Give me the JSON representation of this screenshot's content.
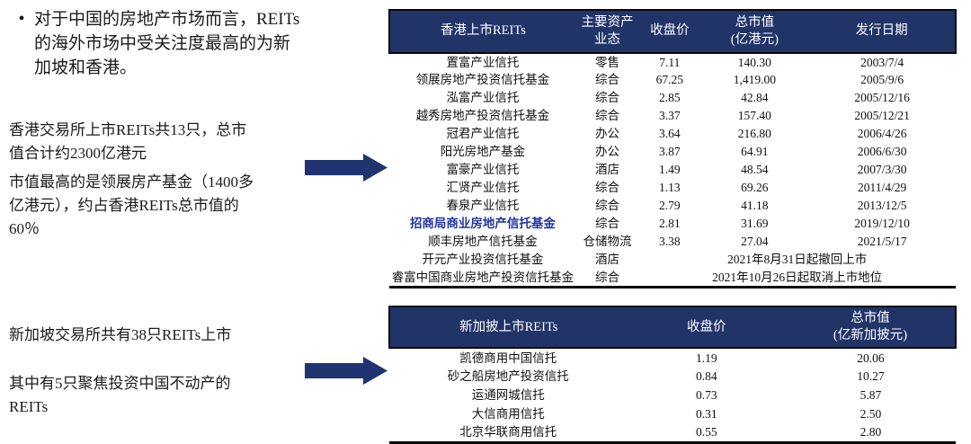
{
  "colors": {
    "header_navy": "#203468",
    "arrow_navy": "#1f3470",
    "highlight_blue": "#2135a0",
    "text": "#1a1a1a"
  },
  "icons": {
    "arrow_right": "block-right-arrow"
  },
  "left_panel": {
    "bullet_char": "•",
    "bullet_text": "对于中国的房地产市场而言，REITs\n的海外市场中受关注度最高的为新\n加坡和香港。",
    "para_hk_1": "香港交易所上市REITs共13只，总市\n值合计约2300亿港元",
    "para_hk_2": "市值最高的是领展房产基金（1400多\n亿港元），约占香港REITs总市值的\n60％",
    "para_sg_1": "新加坡交易所共有38只REITs上市",
    "para_sg_2": "其中有5只聚焦投资中国不动产的\nREITs"
  },
  "hk_table": {
    "headers": [
      "香港上市REITs",
      "主要资产\n业态",
      "收盘价",
      "总市值\n(亿港元)",
      "发行日期"
    ],
    "col_widths": [
      "33%",
      "11%",
      "11%",
      "19%",
      "26%"
    ],
    "rows": [
      {
        "cells": [
          "置富产业信托",
          "零售",
          "7.11",
          "140.30",
          "2003/7/4"
        ]
      },
      {
        "cells": [
          "领展房地产投资信托基金",
          "综合",
          "67.25",
          "1,419.00",
          "2005/9/6"
        ]
      },
      {
        "cells": [
          "泓富产业信托",
          "综合",
          "2.85",
          "42.84",
          "2005/12/16"
        ]
      },
      {
        "cells": [
          "越秀房地产投资信托基金",
          "综合",
          "3.37",
          "157.40",
          "2005/12/21"
        ]
      },
      {
        "cells": [
          "冠君产业信托",
          "办公",
          "3.64",
          "216.80",
          "2006/4/26"
        ]
      },
      {
        "cells": [
          "阳光房地产基金",
          "办公",
          "3.87",
          "64.91",
          "2006/6/30"
        ]
      },
      {
        "cells": [
          "富豪产业信托",
          "酒店",
          "1.49",
          "48.54",
          "2007/3/30"
        ]
      },
      {
        "cells": [
          "汇贤产业信托",
          "综合",
          "1.13",
          "69.26",
          "2011/4/29"
        ]
      },
      {
        "cells": [
          "春泉产业信托",
          "综合",
          "2.79",
          "41.18",
          "2013/12/5"
        ]
      },
      {
        "cells": [
          "招商局商业房地产信托基金",
          "综合",
          "2.81",
          "31.69",
          "2019/12/10"
        ],
        "highlight": true
      },
      {
        "cells": [
          "顺丰房地产信托基金",
          "仓储物流",
          "3.38",
          "27.04",
          "2021/5/17"
        ]
      },
      {
        "cells": [
          "开元产业投资信托基金",
          "酒店"
        ],
        "merged": "2021年8月31日起撤回上市"
      },
      {
        "cells": [
          "睿富中国商业房地产投资信托基金",
          "综合"
        ],
        "merged": "2021年10月26日起取消上市地位"
      }
    ]
  },
  "sg_table": {
    "headers": [
      "新加披上市REITs",
      "收盘价",
      "总市值\n(亿新加披元)"
    ],
    "col_widths": [
      "42%",
      "28%",
      "30%"
    ],
    "rows": [
      {
        "cells": [
          "凯德商用中国信托",
          "1.19",
          "20.06"
        ]
      },
      {
        "cells": [
          "砂之船房地产投资信托",
          "0.84",
          "10.27"
        ]
      },
      {
        "cells": [
          "运通网城信托",
          "0.73",
          "5.87"
        ]
      },
      {
        "cells": [
          "大信商用信托",
          "0.31",
          "2.50"
        ]
      },
      {
        "cells": [
          "北京华联商用信托",
          "0.55",
          "2.80"
        ]
      }
    ]
  }
}
